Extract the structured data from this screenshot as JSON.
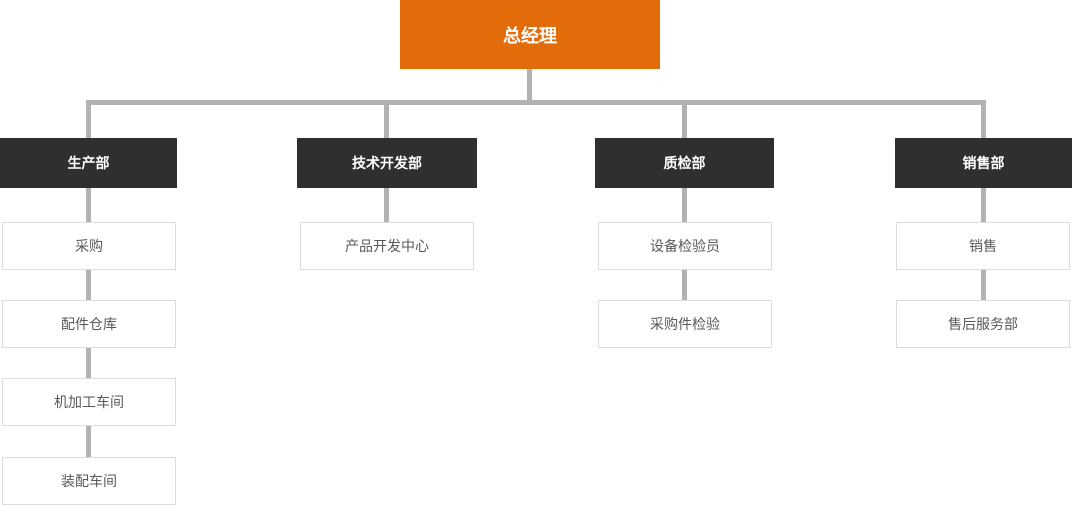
{
  "colors": {
    "root_bg": "#e26b0a",
    "root_text": "#ffffff",
    "dept_bg": "#2f2f2f",
    "dept_text": "#ffffff",
    "connector": "#b2b2b2",
    "child_border": "#dcdcdc",
    "child_text": "#595959"
  },
  "org_chart": {
    "root": {
      "label": "总经理"
    },
    "departments": [
      {
        "label": "生产部",
        "children": [
          {
            "label": "采购"
          },
          {
            "label": "配件仓库"
          },
          {
            "label": "机加工车间"
          },
          {
            "label": "装配车间"
          }
        ]
      },
      {
        "label": "技术开发部",
        "children": [
          {
            "label": "产品开发中心"
          }
        ]
      },
      {
        "label": "质检部",
        "children": [
          {
            "label": "设备检验员"
          },
          {
            "label": "采购件检验"
          }
        ]
      },
      {
        "label": "销售部",
        "children": [
          {
            "label": "销售"
          },
          {
            "label": "售后服务部"
          }
        ]
      }
    ]
  }
}
